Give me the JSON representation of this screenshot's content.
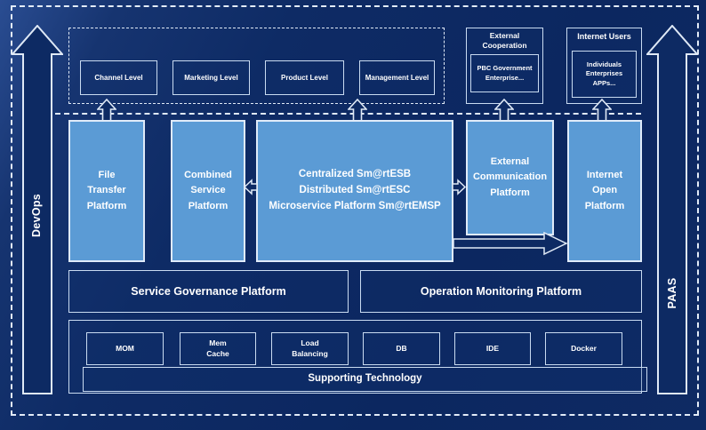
{
  "rails": {
    "left_label": "DevOps",
    "right_label": "PAAS"
  },
  "access_layer": {
    "levels": [
      "Channel Level",
      "Marketing Level",
      "Product Level",
      "Management Level"
    ],
    "external_cooperation": {
      "title": "External\nCooperation",
      "members": "PBC Government\nEnterprise..."
    },
    "internet_users": {
      "title": "Internet Users",
      "members": "Individuals\nEnterprises\nAPPs..."
    }
  },
  "platform_layer": {
    "file_transfer": "File\nTransfer\nPlatform",
    "combined_service": "Combined\nService\nPlatform",
    "central_lines": [
      "Centralized Sm@rtESB",
      "Distributed Sm@rtESC",
      "Microservice Platform Sm@rtEMSP"
    ],
    "external_communication": "External\nCommunication\nPlatform",
    "internet_open": "Internet\nOpen\nPlatform"
  },
  "management_layer": {
    "service_governance": "Service Governance Platform",
    "operation_monitoring": "Operation Monitoring Platform"
  },
  "supporting_layer": {
    "technologies": [
      "MOM",
      "Mem\nCache",
      "Load\nBalancing",
      "DB",
      "IDE",
      "Docker"
    ],
    "banner": "Supporting Technology"
  },
  "colors": {
    "background": "#0d2a63",
    "panel_fill": "#5b9bd5",
    "outline": "#dfe9f6",
    "text": "#ffffff"
  }
}
